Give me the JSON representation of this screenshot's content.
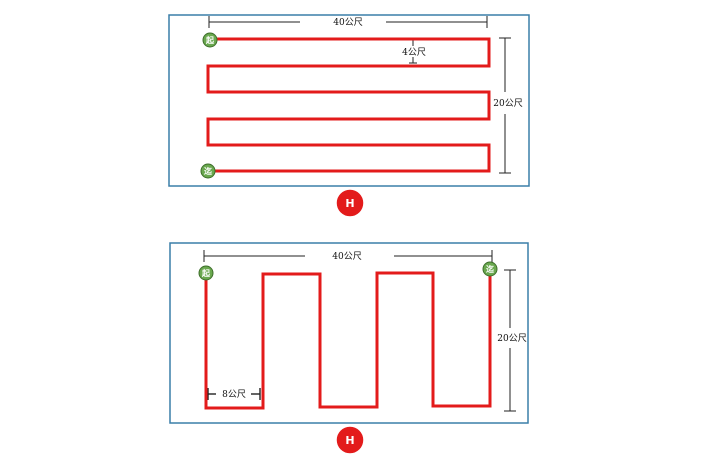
{
  "diagram_top": {
    "width_label": "40公尺",
    "height_label": "20公尺",
    "spacing_label": "4公尺",
    "start_marker": "起",
    "end_marker": "迄",
    "badge": "H"
  },
  "diagram_bottom": {
    "width_label": "40公尺",
    "height_label": "20公尺",
    "spacing_label": "8公尺",
    "start_marker": "起",
    "end_marker": "迄",
    "badge": "H"
  },
  "colors": {
    "path": "#e31b1b",
    "frame": "#3a7fa8",
    "marker": "#6aa84f",
    "badge": "#e31b1b"
  }
}
